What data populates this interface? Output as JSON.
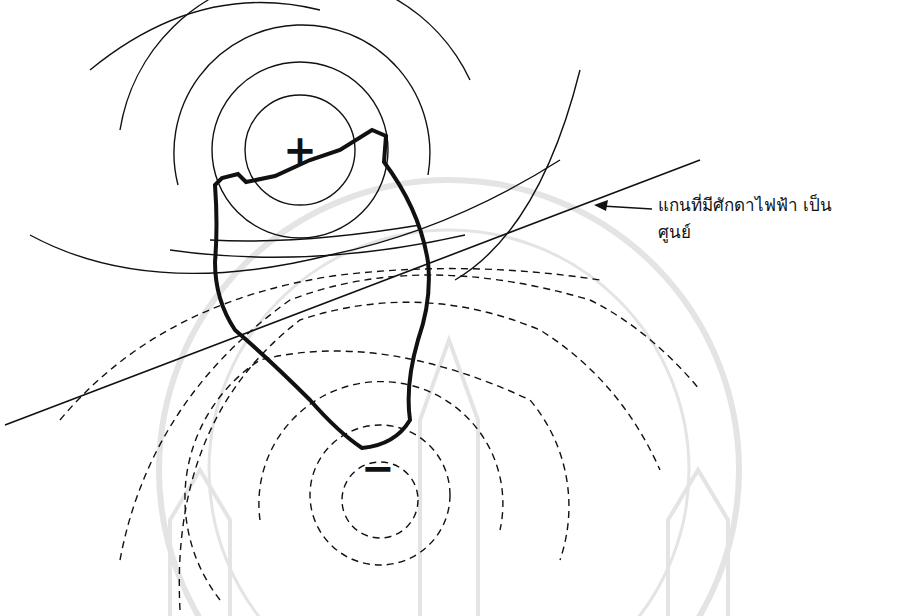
{
  "diagram": {
    "labels": [
      "+",
      "−",
      "แกนที่มีศักดาไฟฟ้า เป็นศูนย์"
    ]
  }
}
